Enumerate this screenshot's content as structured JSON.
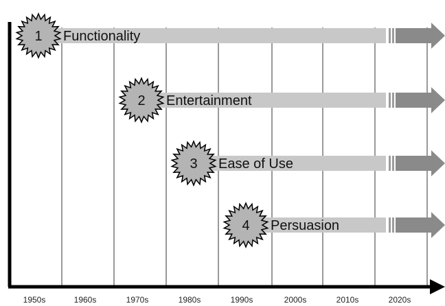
{
  "timeline": {
    "decades": [
      "1950s",
      "1960s",
      "1970s",
      "1980s",
      "1990s",
      "2000s",
      "2010s",
      "2020s"
    ]
  },
  "phases": [
    {
      "number": "1",
      "label": "Functionality",
      "start": "1950s"
    },
    {
      "number": "2",
      "label": "Entertainment",
      "start": "1970s"
    },
    {
      "number": "3",
      "label": "Ease of Use",
      "start": "1980s"
    },
    {
      "number": "4",
      "label": "Persuasion",
      "start": "1990s"
    }
  ],
  "colors": {
    "arrow_body": "#c8c8c8",
    "arrow_head": "#8a8a8a",
    "burst_fill": "#b4b4b4",
    "axis": "#000000",
    "grid": "#333333"
  }
}
